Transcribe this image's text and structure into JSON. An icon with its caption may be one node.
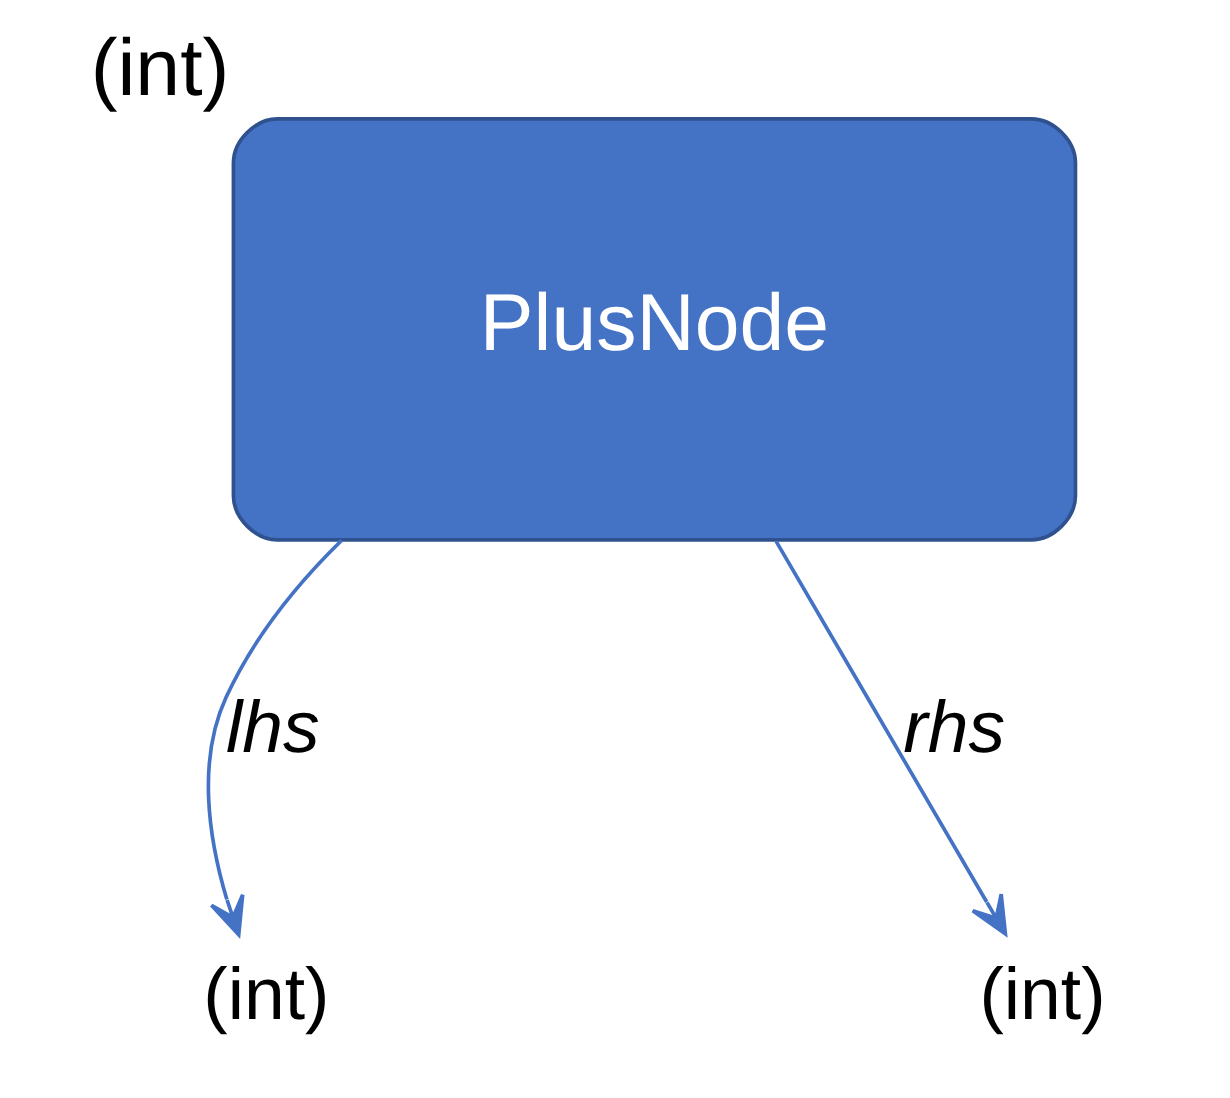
{
  "diagram": {
    "nodes": [
      {
        "text": [
          "PlusNode"
        ],
        "beside": [
          "(int)"
        ]
      },
      {
        "text": [
          "(int)"
        ]
      },
      {
        "text": [
          "(int)"
        ]
      }
    ],
    "edges": [
      {
        "from": 0,
        "to": 1,
        "arrow": "to",
        "label": "lhs"
      },
      {
        "from": 0,
        "to": 2,
        "arrow": "to",
        "label": "rhs"
      }
    ]
  }
}
